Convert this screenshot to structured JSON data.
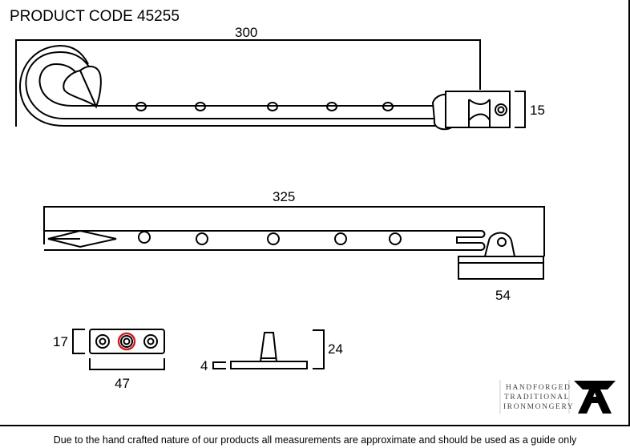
{
  "title": "PRODUCT CODE 45255",
  "dimensions": {
    "stay_length": "300",
    "stay_height": "15",
    "overall_length": "325",
    "bracket_length": "54",
    "plate_height": "17",
    "plate_width": "47",
    "pin_base": "4",
    "pin_height": "24"
  },
  "logo": {
    "line1": "HANDFORGED",
    "line2": "TRADITIONAL",
    "line3": "IRONMONGERY",
    "mark": "A"
  },
  "disclaimer": "Due to the hand crafted nature of our products all measurements are approximate and should be used as a guide only",
  "colors": {
    "highlight": "#cc2222"
  }
}
